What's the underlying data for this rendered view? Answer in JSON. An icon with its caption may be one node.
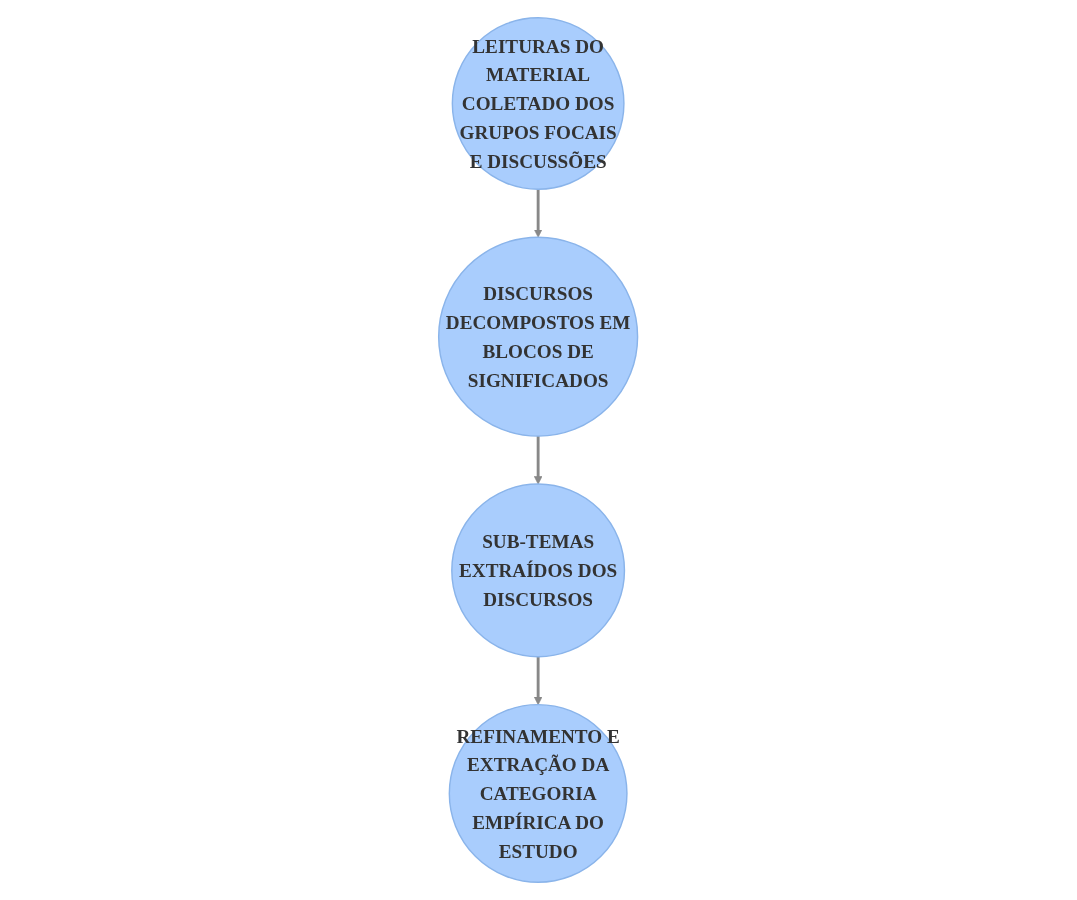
{
  "diagram": {
    "nodes": [
      {
        "text": [
          "LEITURAS DO MATERIAL COLETADO DOS GRUPOS FOCAIS E DISCUSSÕES"
        ]
      },
      {
        "text": [
          "DISCURSOS DECOMPOSTOS EM BLOCOS DE SIGNIFICADOS"
        ]
      },
      {
        "text": [
          "SUB-TEMAS EXTRAÍDOS DOS DISCURSOS"
        ]
      },
      {
        "text": [
          "REFINAMENTO E EXTRAÇÃO DA CATEGORIA EMPÍRICA DO ESTUDO"
        ]
      }
    ],
    "edges": [
      {
        "from": 0,
        "to": 1,
        "arrow": "to"
      },
      {
        "from": 1,
        "to": 2,
        "arrow": "to"
      },
      {
        "from": 2,
        "to": 3,
        "arrow": "to"
      }
    ]
  }
}
